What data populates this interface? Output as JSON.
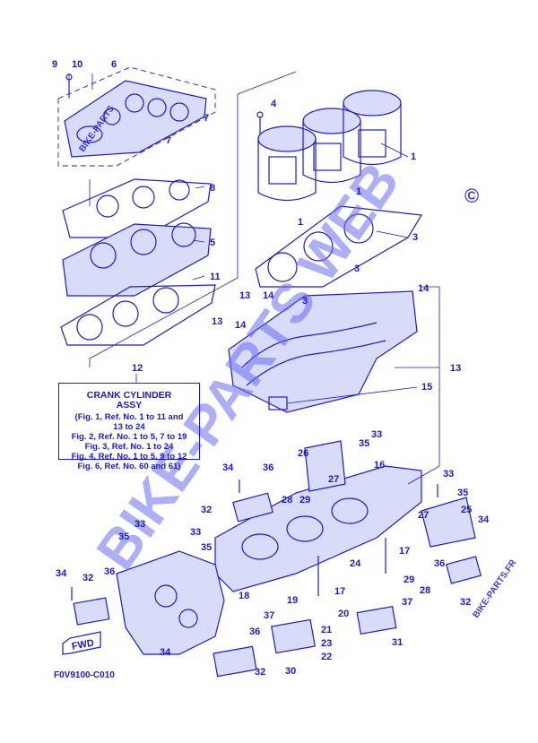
{
  "assembly": {
    "ref_no": "12",
    "title": "CRANK CYLINDER",
    "subtitle": "ASSY",
    "lines": [
      "(Fig. 1, Ref. No. 1 to 11 and",
      "13 to 24",
      "Fig. 2, Ref. No. 1 to 5, 7 to 19",
      "Fig. 3, Ref. No. 1 to 24",
      "Fig. 4, Ref. No. 1 to 5, 9 to 12",
      "Fig. 6, Ref. No. 60 and 61)"
    ]
  },
  "figure_code": "F0V9100-C010",
  "direction_arrow": "FWD",
  "watermarks": {
    "main": "BIKE-PARTS WEB",
    "copyright": "©",
    "small_1": "BIKE-PARTS",
    "small_2": "BIKE-PARTS.FR"
  },
  "callouts": [
    "1",
    "1",
    "1",
    "3",
    "3",
    "3",
    "4",
    "5",
    "6",
    "7",
    "7",
    "8",
    "9",
    "10",
    "11",
    "13",
    "13",
    "13",
    "14",
    "14",
    "14",
    "15",
    "16",
    "17",
    "17",
    "18",
    "19",
    "20",
    "21",
    "22",
    "23",
    "24",
    "25",
    "26",
    "27",
    "27",
    "28",
    "28",
    "29",
    "29",
    "30",
    "31",
    "32",
    "32",
    "32",
    "32",
    "33",
    "33",
    "33",
    "33",
    "34",
    "34",
    "34",
    "34",
    "35",
    "35",
    "35",
    "35",
    "36",
    "36",
    "36",
    "36",
    "37",
    "37"
  ]
}
